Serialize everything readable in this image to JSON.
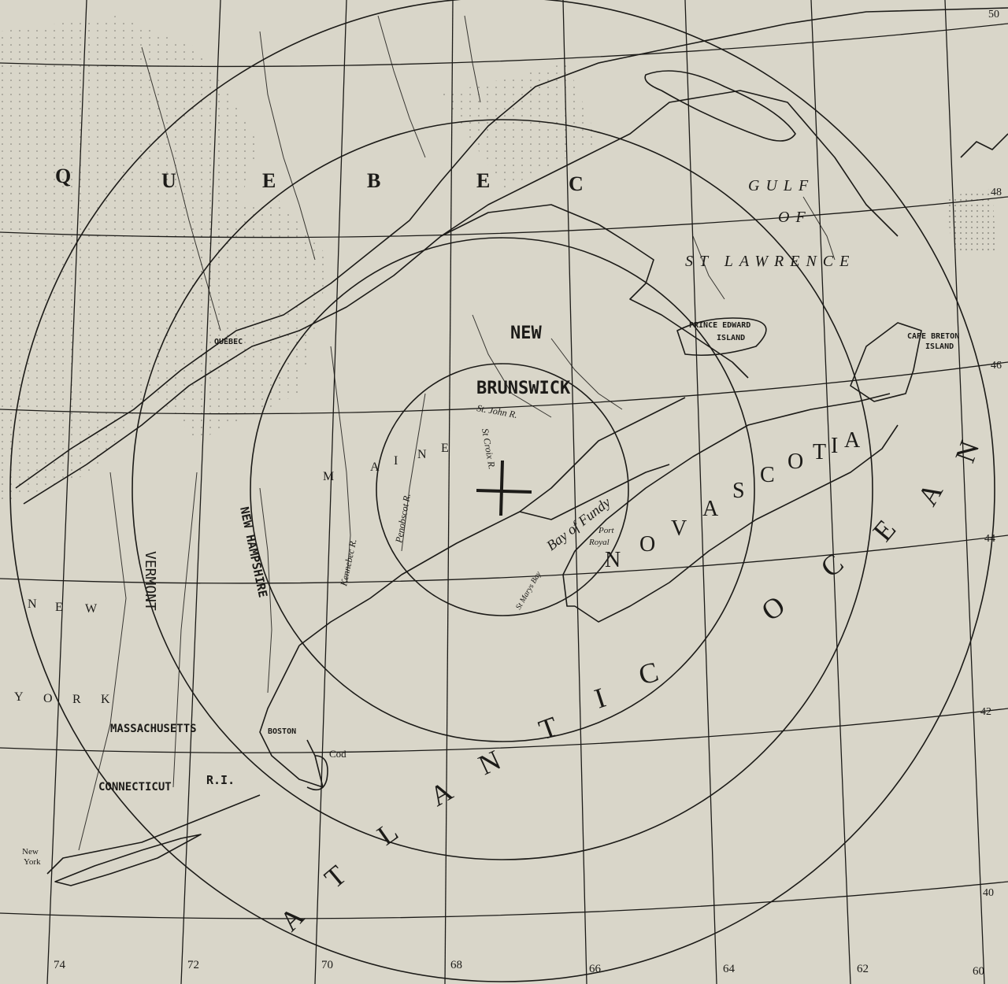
{
  "colors": {
    "paper": "#d9d6c9",
    "ink": "#1c1b18",
    "water": "#d4d1c3"
  },
  "map": {
    "regions": {
      "quebec": [
        "Q",
        "U",
        "E",
        "B",
        "E",
        "C"
      ],
      "maine": [
        "M",
        "A",
        "I",
        "N",
        "E"
      ],
      "vermont": "VERMONT",
      "new_hampshire": "NEW HAMPSHIRE",
      "new_york": [
        "N",
        "E",
        "W",
        "Y",
        "O",
        "R",
        "K"
      ],
      "massachusetts": "MASSACHUSETTS",
      "connecticut": "CONNECTICUT",
      "rhode_island": "R.I.",
      "new_brunswick_1": "NEW",
      "new_brunswick_2": "BRUNSWICK",
      "nova_scotia": [
        "N",
        "O",
        "V",
        "A",
        "S",
        "C",
        "O",
        "T",
        "I",
        "A"
      ]
    },
    "water": {
      "gulf_1": "GULF",
      "gulf_2": "OF",
      "gulf_3": "ST LAWRENCE",
      "bay_of_fundy": "Bay of Fundy",
      "st_marys_bay": "St Marys Bay",
      "ocean": [
        "A",
        "T",
        "L",
        "A",
        "N",
        "T",
        "I",
        "C",
        "O",
        "C",
        "E",
        "A",
        "N"
      ]
    },
    "places": {
      "quebec_city": "QUEBEC",
      "boston": "BOSTON",
      "cod": "Cod",
      "new_york_1": "New",
      "new_york_2": "York",
      "port_royal_1": "Port",
      "port_royal_2": "Royal",
      "prince_edward_1": "PRINCE EDWARD",
      "prince_edward_2": "ISLAND",
      "cape_breton_1": "CAPE BRETON",
      "cape_breton_2": "ISLAND"
    },
    "rivers": {
      "st_john": "St. John R.",
      "kennebec": "Kennebec R.",
      "penobscot": "Penobscot R.",
      "st_croix": "St Croix R."
    },
    "longitudes": [
      "74",
      "72",
      "70",
      "68",
      "66",
      "64",
      "62",
      "60"
    ],
    "latitudes": [
      "50",
      "48",
      "46",
      "44",
      "42",
      "40"
    ]
  }
}
